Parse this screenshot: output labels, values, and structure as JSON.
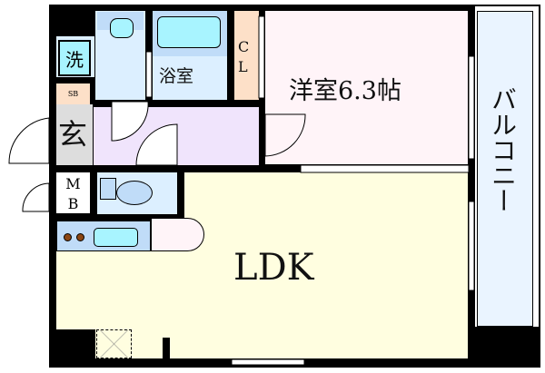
{
  "rooms": {
    "western": "洋室6.3帖",
    "ldk": "LDK",
    "bath": "浴室",
    "closet": "CL",
    "closet_c": "C",
    "closet_l": "L",
    "washer": "洗",
    "shoebox": "SB",
    "entrance": "玄",
    "meter_box_m": "M",
    "meter_box_b": "B",
    "balcony": "バルコニー"
  },
  "colors": {
    "wall": "#000000",
    "western": "#fff4f8",
    "ldk": "#fffee0",
    "wet": "#dcefff",
    "fixture": "#a8f4ff",
    "counter": "#c0dcf8",
    "hall": "#f0e4fc",
    "entrance": "#dddddd",
    "closet": "#fde0c8",
    "balcony": "#eaf4ff"
  }
}
